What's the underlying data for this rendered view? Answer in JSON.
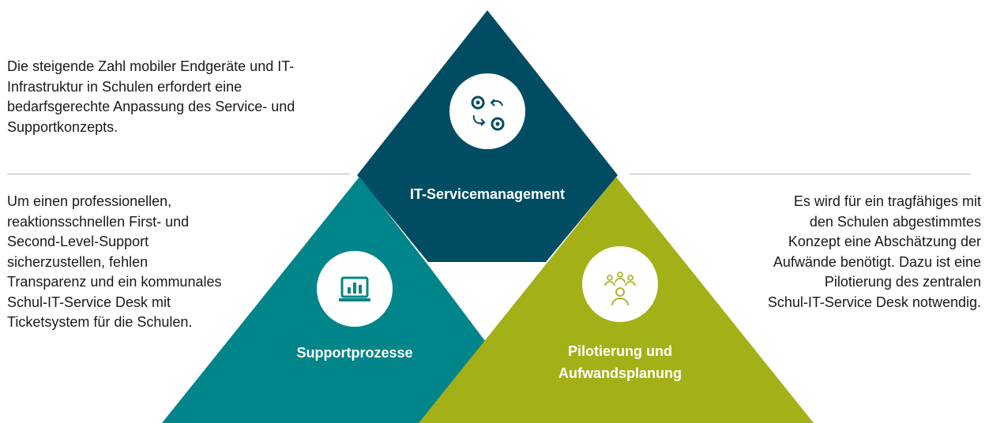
{
  "intro_text": {
    "lines": [
      "Die steigende Zahl mobiler Endgeräte und IT-",
      "Infrastruktur in Schulen erfordert eine",
      "bedarfsgerechte Anpassung des Service- und",
      "Supportkonzepts."
    ]
  },
  "support_text": {
    "lines": [
      "Um einen professionellen,",
      "reaktionsschnellen First- und",
      "Second-Level-Support",
      "sicherzustellen, fehlen",
      "Transparenz und ein kommunales",
      "Schul-IT-Service Desk mit",
      "Ticketsystem für die Schulen."
    ]
  },
  "pilot_text": {
    "lines": [
      "Es wird für ein tragfähiges mit",
      "den Schulen abgestimmtes",
      "Konzept eine Abschätzung der",
      "Aufwände benötigt. Dazu ist eine",
      "Pilotierung des zentralen",
      "Schul-IT-Service Desk notwendig."
    ]
  },
  "triangles": {
    "top": {
      "label": "IT-Servicemanagement",
      "icon": "exchange-arrows-icon",
      "color": "#004d63"
    },
    "left": {
      "label": "Supportprozesse",
      "icon": "laptop-chart-icon",
      "color": "#00858a"
    },
    "right": {
      "label_line1": "Pilotierung und",
      "label_line2": "Aufwandsplanung",
      "icon": "people-group-icon",
      "color": "#a4b017"
    }
  }
}
